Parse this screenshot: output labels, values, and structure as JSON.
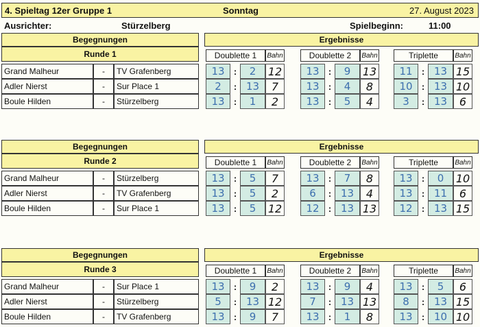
{
  "header": {
    "title": "4. Spieltag 12er Gruppe 1",
    "day": "Sonntag",
    "date": "27. August 2023"
  },
  "info": {
    "organizer_label": "Ausrichter:",
    "organizer": "Stürzelberg",
    "start_label": "Spielbeginn:",
    "start_time": "11:00"
  },
  "labels": {
    "matches": "Begegnungen",
    "results": "Ergebnisse",
    "doublette1": "Doublette 1",
    "doublette2": "Doublette 2",
    "triplette": "Triplette",
    "bahn": "Bahn",
    "dash": "-",
    "colon": ":"
  },
  "rounds": [
    {
      "title": "Runde 1",
      "matches": [
        {
          "home": "Grand Malheur",
          "away": "TV Grafenberg",
          "d1": [
            "13",
            "2",
            "12"
          ],
          "d2": [
            "13",
            "9",
            "13"
          ],
          "t": [
            "11",
            "13",
            "15"
          ]
        },
        {
          "home": "Adler Nierst",
          "away": "Sur Place 1",
          "d1": [
            "2",
            "13",
            "7"
          ],
          "d2": [
            "13",
            "4",
            "8"
          ],
          "t": [
            "10",
            "13",
            "10"
          ]
        },
        {
          "home": "Boule Hilden",
          "away": "Stürzelberg",
          "d1": [
            "13",
            "1",
            "2"
          ],
          "d2": [
            "13",
            "5",
            "4"
          ],
          "t": [
            "3",
            "13",
            "6"
          ]
        }
      ]
    },
    {
      "title": "Runde 2",
      "matches": [
        {
          "home": "Grand Malheur",
          "away": "Stürzelberg",
          "d1": [
            "13",
            "5",
            "7"
          ],
          "d2": [
            "13",
            "7",
            "8"
          ],
          "t": [
            "13",
            "0",
            "10"
          ]
        },
        {
          "home": "Adler Nierst",
          "away": "TV Grafenberg",
          "d1": [
            "13",
            "5",
            "2"
          ],
          "d2": [
            "6",
            "13",
            "4"
          ],
          "t": [
            "13",
            "11",
            "6"
          ]
        },
        {
          "home": "Boule Hilden",
          "away": "Sur Place 1",
          "d1": [
            "13",
            "5",
            "12"
          ],
          "d2": [
            "12",
            "13",
            "13"
          ],
          "t": [
            "12",
            "13",
            "15"
          ]
        }
      ]
    },
    {
      "title": "Runde 3",
      "matches": [
        {
          "home": "Grand Malheur",
          "away": "Sur Place 1",
          "d1": [
            "13",
            "9",
            "2"
          ],
          "d2": [
            "13",
            "9",
            "4"
          ],
          "t": [
            "13",
            "5",
            "6"
          ]
        },
        {
          "home": "Adler Nierst",
          "away": "Stürzelberg",
          "d1": [
            "5",
            "13",
            "12"
          ],
          "d2": [
            "7",
            "13",
            "13"
          ],
          "t": [
            "8",
            "13",
            "15"
          ]
        },
        {
          "home": "Boule Hilden",
          "away": "TV Grafenberg",
          "d1": [
            "13",
            "9",
            "7"
          ],
          "d2": [
            "13",
            "1",
            "8"
          ],
          "t": [
            "13",
            "10",
            "10"
          ]
        }
      ]
    }
  ]
}
